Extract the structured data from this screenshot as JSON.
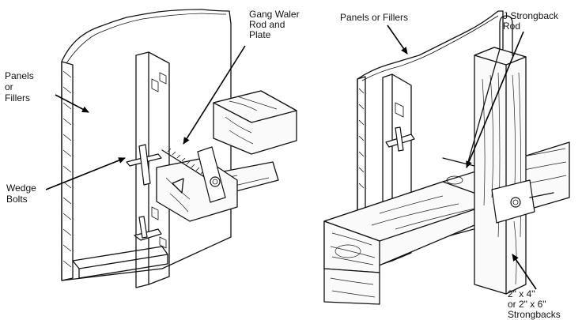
{
  "left_figure": {
    "labels": {
      "panels_or_fillers": [
        "Panels",
        "or",
        "Fillers"
      ],
      "gang_waler": [
        "Gang Waler",
        "Rod and",
        "Plate"
      ],
      "wedge_bolts": [
        "Wedge",
        "Bolts"
      ]
    }
  },
  "right_figure": {
    "labels": {
      "panels_or_fillers": [
        "Panels or Fillers"
      ],
      "j_strongback_rod": [
        "J Strongback",
        "Rod"
      ],
      "strongbacks": [
        "2\" x 4\"",
        "or 2\" x 6\"",
        "Strongbacks"
      ]
    }
  },
  "colors": {
    "ink": "#111111",
    "paper": "#ffffff"
  }
}
